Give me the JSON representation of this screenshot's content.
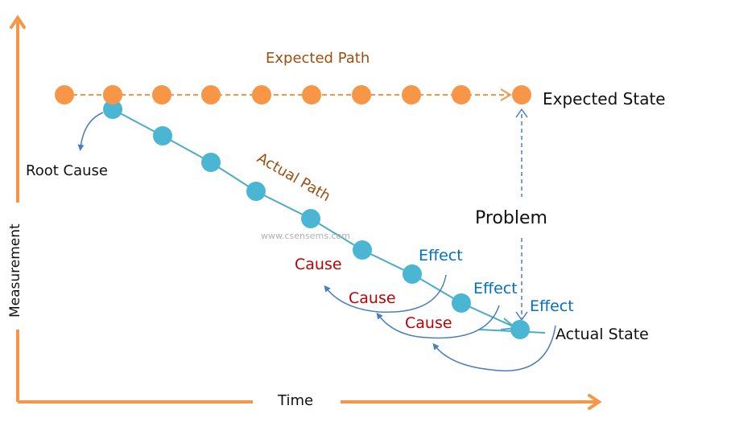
{
  "colors": {
    "axis": "#f79646",
    "expected": "#f79646",
    "expected_label": "#9c4f0e",
    "actual_dot": "#4bb5d4",
    "actual_line": "#4bacc6",
    "arrow_blue": "#4a7ebb",
    "cause": "#c00000",
    "effect": "#0070c0",
    "text": "#111111",
    "watermark": "#b0b0b0"
  },
  "axes": {
    "y_label": "Measurement",
    "x_label": "Time"
  },
  "labels": {
    "expected_path": "Expected Path",
    "expected_state": "Expected State",
    "actual_path": "Actual Path",
    "actual_state": "Actual State",
    "root_cause": "Root Cause",
    "problem": "Problem",
    "watermark": "www.csensems.com"
  },
  "cause_effect": [
    {
      "cause": "Cause",
      "effect": "Effect"
    },
    {
      "cause": "Cause",
      "effect": "Effect"
    },
    {
      "cause": "Cause",
      "effect": "Effect"
    }
  ],
  "expected_path_points": 10,
  "actual_path_points": 9
}
